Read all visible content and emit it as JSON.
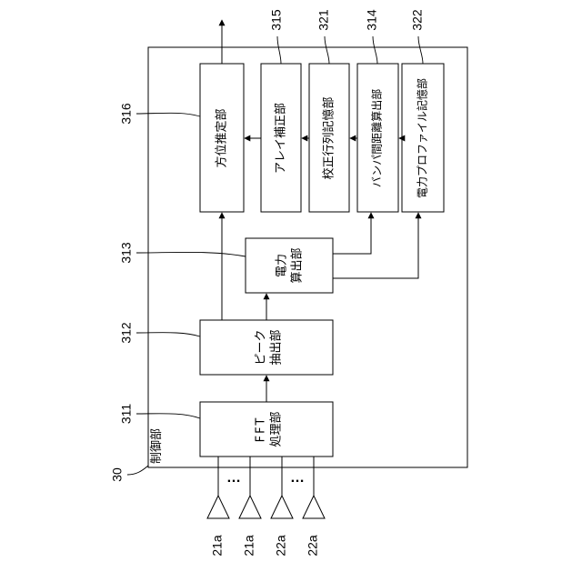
{
  "figure": {
    "control_unit": {
      "ref": "30",
      "label": "制御部"
    },
    "blocks": {
      "fft": {
        "ref": "311",
        "line1": "FFT",
        "line2": "処理部"
      },
      "peak": {
        "ref": "312",
        "line1": "ピーク",
        "line2": "抽出部"
      },
      "power": {
        "ref": "313",
        "line1": "電力",
        "line2": "算出部"
      },
      "direction": {
        "ref": "316",
        "label": "方位推定部"
      },
      "array_correction": {
        "ref": "315",
        "label": "アレイ補正部"
      },
      "calib_matrix": {
        "ref": "321",
        "label": "校正行列記憶部"
      },
      "bumper_distance": {
        "ref": "314",
        "label": "バンパ間距離算出部"
      },
      "power_profile": {
        "ref": "322",
        "label": "電力プロファイル記憶部"
      }
    },
    "antennas": [
      {
        "ref": "21a"
      },
      {
        "ref": "21a"
      },
      {
        "ref": "22a"
      },
      {
        "ref": "22a"
      }
    ],
    "ellipsis": "…"
  }
}
